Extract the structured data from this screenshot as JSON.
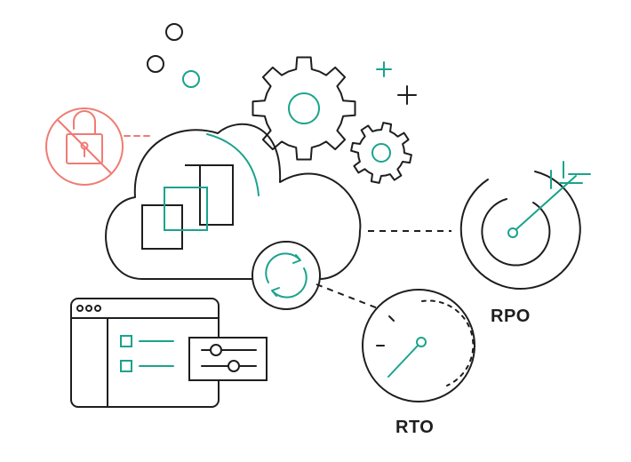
{
  "labels": {
    "rpo": "RPO",
    "rto": "RTO"
  },
  "icons": [
    "decorative-circles",
    "plus-sparkles",
    "gear-large-icon",
    "gear-small-icon",
    "unlocked-padlock-prohibited-icon",
    "cloud-icon",
    "overlapping-squares-icon",
    "sync-arrows-icon",
    "target-arrow-icon",
    "speed-gauge-icon",
    "browser-window-icon",
    "settings-sliders-icon"
  ],
  "colors": {
    "stroke": "#1e1e1e",
    "accent": "#1aa38c",
    "warning": "#f07b73"
  }
}
